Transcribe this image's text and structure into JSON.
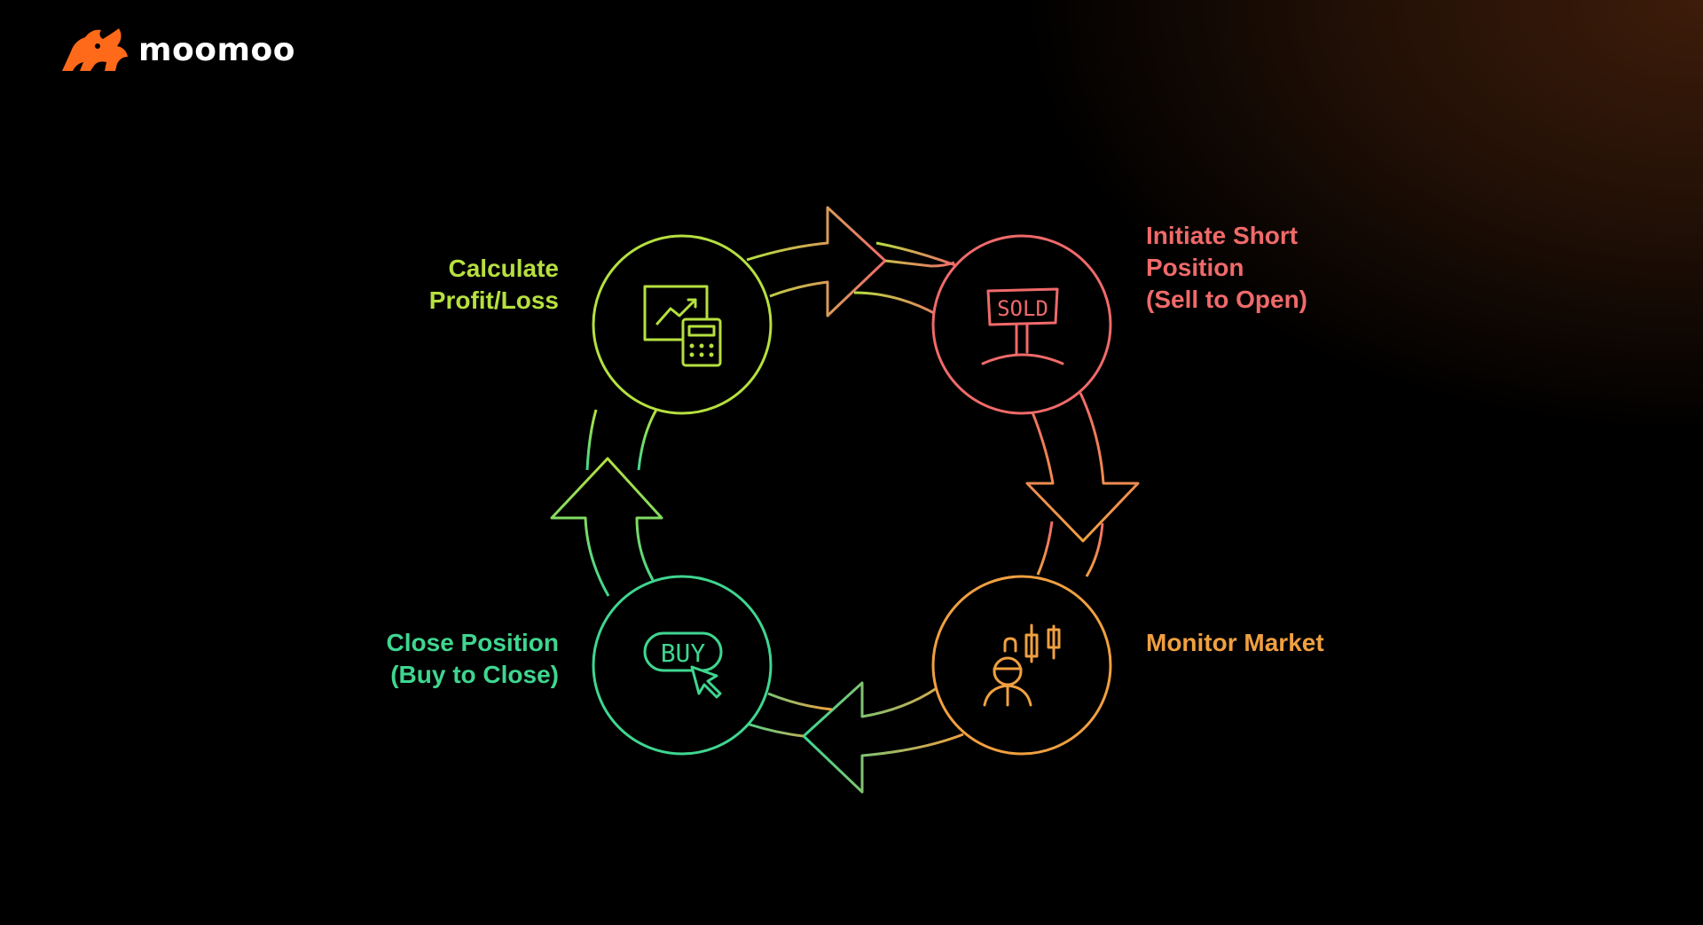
{
  "brand": {
    "name": "moomoo",
    "logo_color": "#ff6a1a"
  },
  "steps": [
    {
      "id": "calculate",
      "title": "Calculate\nProfit/Loss",
      "color": "#b6e03f",
      "icon": "chart-calculator-icon"
    },
    {
      "id": "initiate",
      "title": "Initiate Short\nPosition\n(Sell to Open)",
      "color": "#f06a6a",
      "icon": "sold-sign-icon"
    },
    {
      "id": "monitor",
      "title": "Monitor Market",
      "color": "#f0a040",
      "icon": "trader-candlestick-icon"
    },
    {
      "id": "close",
      "title": "Close Position\n(Buy to Close)",
      "color": "#3fd690",
      "icon": "buy-button-cursor-icon"
    }
  ],
  "icon_text": {
    "sold": "SOLD",
    "buy": "BUY"
  }
}
